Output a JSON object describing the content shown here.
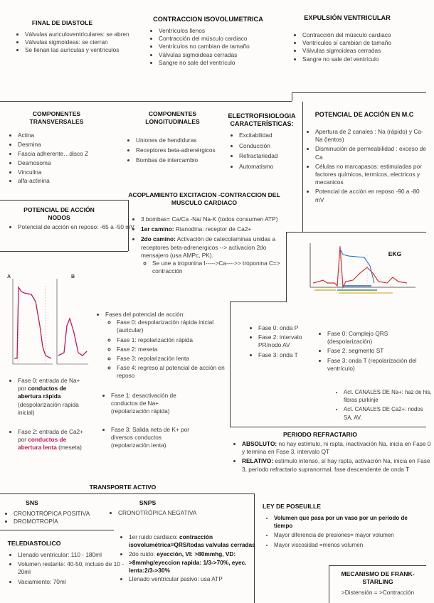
{
  "final_diastole": {
    "title": "FINAL DE DIASTOLE",
    "items": [
      "Válvulas auriculoventriculares: se abren",
      "Válvulas sigmoideas: se cierran",
      "Se llenan las aurículas y ventrículos"
    ]
  },
  "isovolumetric": {
    "title": "CONTRACCION ISOVOLUMETRICA",
    "items": [
      "Ventrículos llenos",
      "Contracción del músculo cardiaco",
      "Ventrículos no cambian de tamaño",
      "Válvulas sigmoideas cerradas",
      "Sangre no sale del ventrículo"
    ]
  },
  "ejection": {
    "title": "EXPULSIÓN VENTRICULAR",
    "items": [
      "Contracción del músculo cardiaco",
      "Ventrículos sí cambian de tamaño",
      "Válvulas sigmoideas cerradas",
      "Sangre no sale del ventrículo"
    ]
  },
  "transversal": {
    "title": "COMPONENTES TRANSVERSALES",
    "items": [
      "Actina",
      "Desmina",
      "Fascia adherente…disco Z",
      "Desmosoma",
      "Vinculina",
      "alfa-actinina"
    ]
  },
  "longitudinal": {
    "title": "COMPONENTES LONGITUDINALES",
    "items": [
      "Uniones de hendiduras",
      "Receptores beta-adrenérgicos",
      "Bombas de intercambio"
    ]
  },
  "electrophys": {
    "title": "ELECTROFISIOLOGIA CARACTERÍSTICAS:",
    "items": [
      "Excitabilidad",
      "Conducción",
      "Refractariedad",
      "Automatismo"
    ]
  },
  "action_potential_mc": {
    "title": "POTENCIAL DE ACCIÓN EN M.C",
    "items": [
      "Apertura de 2 canales : Na (rápido) y Ca- Na (lentos)",
      "Disminución de permeabilidad : exceso de Ca",
      "Células no marcapasos: estimuladas por factores químicos, termicos, electricos y mecanicos",
      "Potencial de acción en reposo -90 a -80 mV"
    ]
  },
  "coupling": {
    "title": "ACOPLAMIENTO EXCITACION -CONTRACCION DEL MUSCULO CARDIACO",
    "item1": "3 bombas= Ca/Ca -Na/ Na-K (todos consumen ATP)",
    "item2_b": "1er camino:",
    "item2_t": " Rianodina: receptor de Ca2+",
    "item3_b": "2do camino:",
    "item3_t": " Activación de catecolaminas unidas a receptores beta-adrenergicos --> activacion 2do mensajero (usa AMPc, PK).",
    "sub": "Se une a troponina I----->Ca---->> troponina C=> contracción"
  },
  "nodes_ap": {
    "title": "POTENCIAL DE ACCIÓN NODOS",
    "item": "Potencial de acción en reposo: -65 a -50 mV"
  },
  "ekg": {
    "label": "EKG"
  },
  "ap_figure": {
    "label_a": "A",
    "label_b": "B"
  },
  "phases": {
    "intro": "Fases del potencial de acción:",
    "items": [
      "Fase 0: despolarización rápida inicial (auricular)",
      "Fase 1: repolarización rápida",
      "Fase 2: meseta",
      "Fase 3: repolarización lenta",
      "Fase 4: regreso al potencial de acción en reposo"
    ]
  },
  "ecg_phases": {
    "items": [
      "Fase 0: onda P",
      "Fase 2: intervalo PR/nodo AV",
      "Fase 3: onda T"
    ]
  },
  "ventricle_phases": {
    "items": [
      "Fase 0: Complejo QRS (despolarización)",
      "Fase 2: segmento ST",
      "Fase 3: onda T (repolarización del ventrículo)"
    ]
  },
  "channels": {
    "items": [
      "Act. CANALES DE Na+: haz de his, fibras purkinje",
      "Act. CANALES DE Ca2+: nodos SA, AV."
    ]
  },
  "left_phases": {
    "f0_pre": "Fase 0: entrada de Na+ por ",
    "f0_b": "conductos de abertura rápida",
    "f0_post": " (despolarización rapida inicial)",
    "f2_pre": "Fase 2: entrada de Ca2+ por ",
    "f2_b": "conductos de abertura lenta",
    "f2_post": " (meseta)"
  },
  "mid_phases": {
    "f1": "Fase 1: desactivación de conductos de Na+ (repolarización rápida)",
    "f3": "Fase 3: Salida neta de K+ por diversos conductos (repolarización lenta)"
  },
  "refractory": {
    "title": "PERIODO REFRACTARIO",
    "abs_b": "ABSOLUTO:",
    "abs_t": " no hay estímulo, ni rspta, inactivación Na, inicia en Fase 0 y termina en Fase 3, intervalo QT",
    "rel_b": "RELATIVO:",
    "rel_t": " estímulo intenso, sí hay rspta, activación Na, inicia en Fase 3, período refractario supranormal, fase descendente de onda T"
  },
  "transport": {
    "title": "TRANSPORTE ACTIVO"
  },
  "sns": {
    "title": "SNS",
    "items": [
      "CRONOTRÓPICA POSITIVA",
      "DROMOTROPÍA"
    ]
  },
  "snps": {
    "title": "SNPS",
    "items": [
      "CRONOTRÓPICA NEGATIVA"
    ]
  },
  "telediastolico": {
    "title": "TELEDIASTOLICO",
    "items": [
      "Llenado ventricular: 110 - 180ml",
      "Volumen restante: 40-50, incluso de 10 - 20ml",
      "Vaciamiento: 70ml"
    ]
  },
  "noises": {
    "n1_pre": "1er ruido cardiaco: ",
    "n1_b": "contracción isovolumétrica=QRS/todas valvulas cerradas",
    "n2_pre": "2do ruido: ",
    "n2_b": "eyección, VI: >80mmhg, VD: >8mmhg/eyeccion rapida: 1/3->70%, eyec. lenta:2/3->30%",
    "n3": "Llenado ventricular pasivo: usa ATP"
  },
  "poiseuille": {
    "title": "LEY DE POSEUILLE",
    "item1": "Volumen que pasa por un vaso por un periodo de tiempo",
    "item2": "Mayor diferencia de presiones= mayor volumen",
    "item3": "Mayor viscosidad =menos volumen"
  },
  "frank": {
    "title": "MECANISMO DE FRANK-STARLING",
    "text": ">Distensión = >Contracción"
  }
}
